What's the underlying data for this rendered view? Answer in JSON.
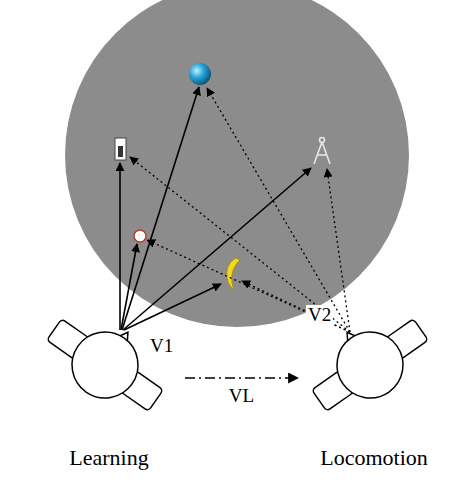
{
  "diagram": {
    "nodes": [
      {
        "text": [
          "Learning"
        ]
      },
      {
        "text": [
          "Locomotion"
        ]
      }
    ],
    "edges": [
      {
        "from": 0,
        "to": 1,
        "arrow": "to",
        "label": "VL"
      }
    ],
    "labels": [
      "V1",
      "V2"
    ]
  }
}
